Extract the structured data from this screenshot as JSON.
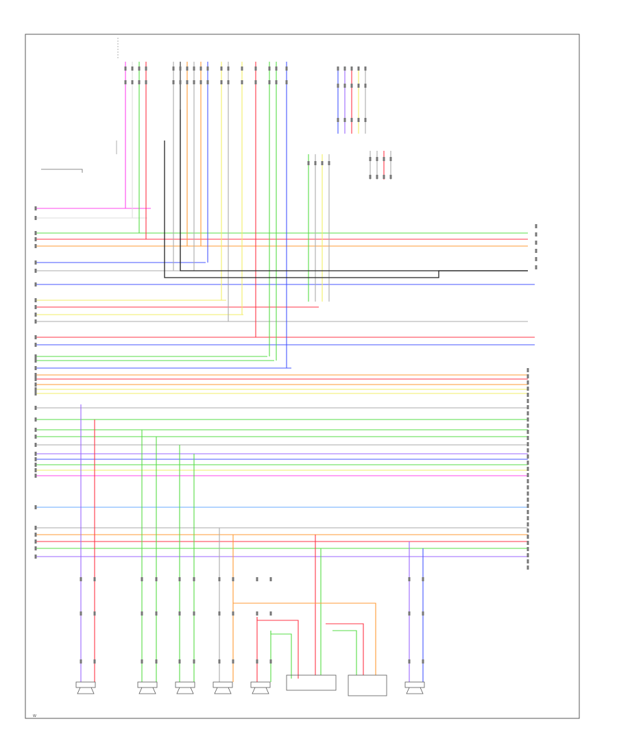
{
  "footer_code": "W",
  "wire_colors": {
    "pink": "#ff44ee",
    "red": "#ff3344",
    "orange": "#ff9933",
    "yellow": "#f2ee66",
    "green": "#55dd44",
    "blue": "#4455ff",
    "light_blue": "#66aaff",
    "violet": "#9966ff",
    "gray": "#aaaaaa",
    "black": "#222222",
    "white_wire": "#dddddd",
    "frame": "#444444"
  },
  "horizontal_wires": [
    {
      "color": "pink"
    },
    {
      "color": "white_wire"
    },
    {
      "color": "green"
    },
    {
      "color": "red"
    },
    {
      "color": "orange"
    },
    {
      "color": "blue"
    },
    {
      "color": "gray"
    },
    {
      "color": "blue"
    },
    {
      "color": "yellow"
    },
    {
      "color": "red"
    },
    {
      "color": "yellow"
    },
    {
      "color": "gray"
    },
    {
      "color": "red"
    },
    {
      "color": "blue"
    },
    {
      "color": "green"
    },
    {
      "color": "green"
    },
    {
      "color": "blue"
    },
    {
      "color": "orange"
    },
    {
      "color": "red"
    },
    {
      "color": "orange"
    },
    {
      "color": "yellow"
    },
    {
      "color": "yellow"
    },
    {
      "color": "gray"
    },
    {
      "color": "green"
    },
    {
      "color": "green"
    },
    {
      "color": "green"
    },
    {
      "color": "gray"
    },
    {
      "color": "violet"
    },
    {
      "color": "blue"
    },
    {
      "color": "green"
    },
    {
      "color": "yellow"
    },
    {
      "color": "pink"
    },
    {
      "color": "light_blue"
    },
    {
      "color": "gray"
    },
    {
      "color": "orange"
    },
    {
      "color": "red"
    },
    {
      "color": "green"
    },
    {
      "color": "violet"
    }
  ],
  "speakers": [
    {
      "id": "speaker-1"
    },
    {
      "id": "speaker-2"
    },
    {
      "id": "speaker-3"
    },
    {
      "id": "speaker-4"
    },
    {
      "id": "speaker-5"
    },
    {
      "id": "speaker-6"
    },
    {
      "id": "speaker-7"
    },
    {
      "id": "speaker-8"
    }
  ]
}
